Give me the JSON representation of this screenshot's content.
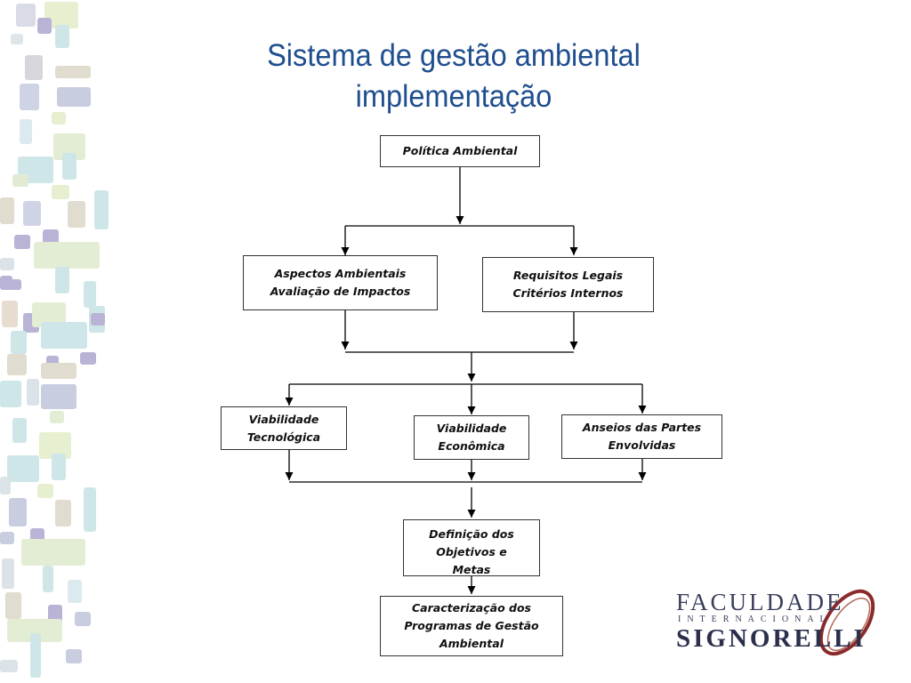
{
  "slide": {
    "title_line1": "Sistema de gestão ambiental",
    "title_line2": "implementação"
  },
  "flowchart": {
    "politica": "Política Ambiental",
    "aspectos_line1": "Aspectos Ambientais",
    "aspectos_line2": "Avaliação de Impactos",
    "requisitos_line1": "Requisitos Legais",
    "requisitos_line2": "Critérios Internos",
    "viab_tec_line1": "Viabilidade",
    "viab_tec_line2": "Tecnológica",
    "viab_eco_line1": "Viabilidade",
    "viab_eco_line2": "Econômica",
    "anseios_line1": "Anseios das Partes",
    "anseios_line2": "Envolvidas",
    "objetivos_line1": "Definição dos",
    "objetivos_line2": "Objetivos e",
    "objetivos_line3": "Metas",
    "programas_line1": "Caracterização dos",
    "programas_line2": "Programas de Gestão",
    "programas_line3": "Ambiental"
  },
  "logo": {
    "line1": "FACULDADE",
    "line2": "INTERNACIONAL",
    "line3": "SIGNORELLI"
  },
  "colors": {
    "title": "#1f4e8f",
    "logo_text": "#3a3f5c",
    "logo_swoosh": "#8b2a2a"
  }
}
